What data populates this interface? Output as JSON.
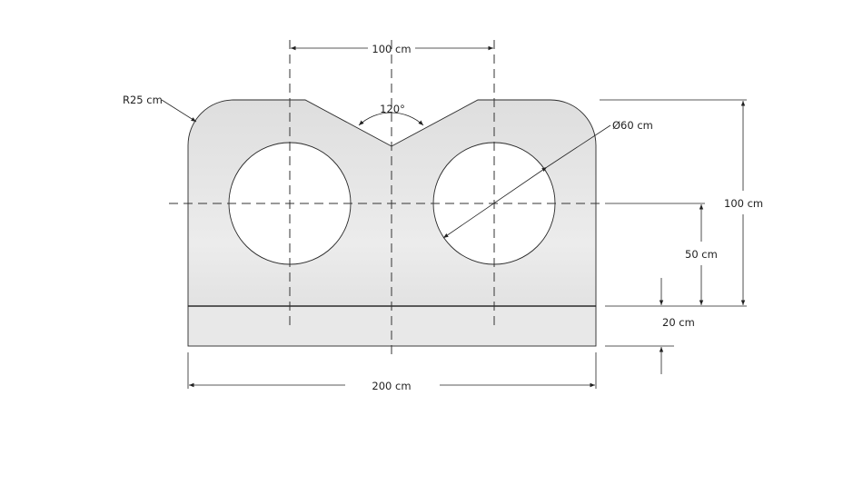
{
  "labels": {
    "top_width": "100 cm",
    "radius": "R25 cm",
    "angle": "120°",
    "diameter": "Ø60 cm",
    "total_height": "100 cm",
    "center_height": "50 cm",
    "base_height": "20 cm",
    "total_width": "200 cm"
  },
  "colors": {
    "body_fill": "#e6e6e6",
    "base_fill": "#e8e8e8",
    "hole_fill": "#ffffff",
    "line": "#2a2a2a"
  }
}
